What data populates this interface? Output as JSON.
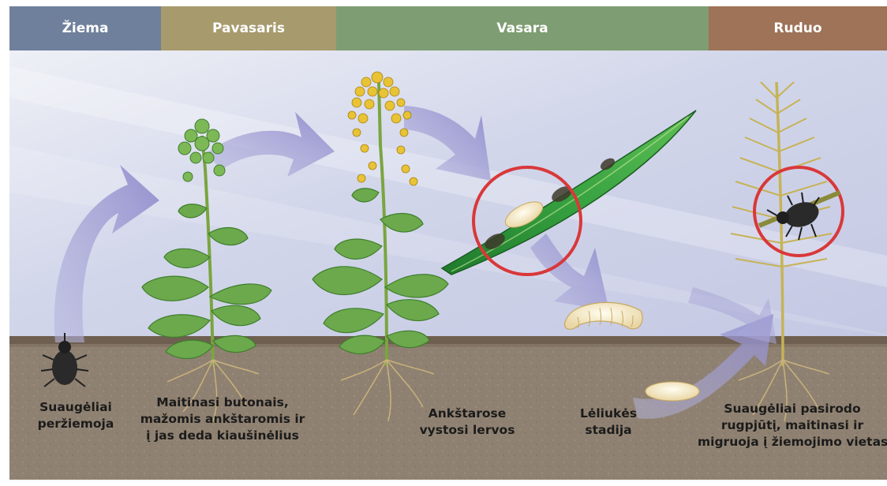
{
  "seasons": [
    {
      "label": "Žiema",
      "color": "#6f809c"
    },
    {
      "label": "Pavasaris",
      "color": "#a79a6d"
    },
    {
      "label": "Vasara",
      "color": "#7e9d72"
    },
    {
      "label": "Ruduo",
      "color": "#9e7358"
    }
  ],
  "captions": {
    "overwinter": [
      "Suaugėliai",
      "peržiemoja"
    ],
    "feeding": [
      "Maitinasi butonais,",
      "mažomis ankštaromis ir",
      "į jas deda kiaušinėlius"
    ],
    "larvae": [
      "Ankštarose",
      "vystosi lervos"
    ],
    "pupa": [
      "Lėliukės",
      "stadija"
    ],
    "autumn": [
      "Suaugėliai pasirodo",
      "rugpjūtį, maitinasi ir",
      "migruoja į žiemojimo vietas"
    ]
  },
  "colors": {
    "sky_top": "#dfe2ef",
    "sky_bottom": "#c7cbe4",
    "soil": "#8d7e6d",
    "arrow": "#9d9ad1",
    "highlight_ring": "#d9383a",
    "leaf": "#6da94a",
    "flower": "#e8c334"
  }
}
